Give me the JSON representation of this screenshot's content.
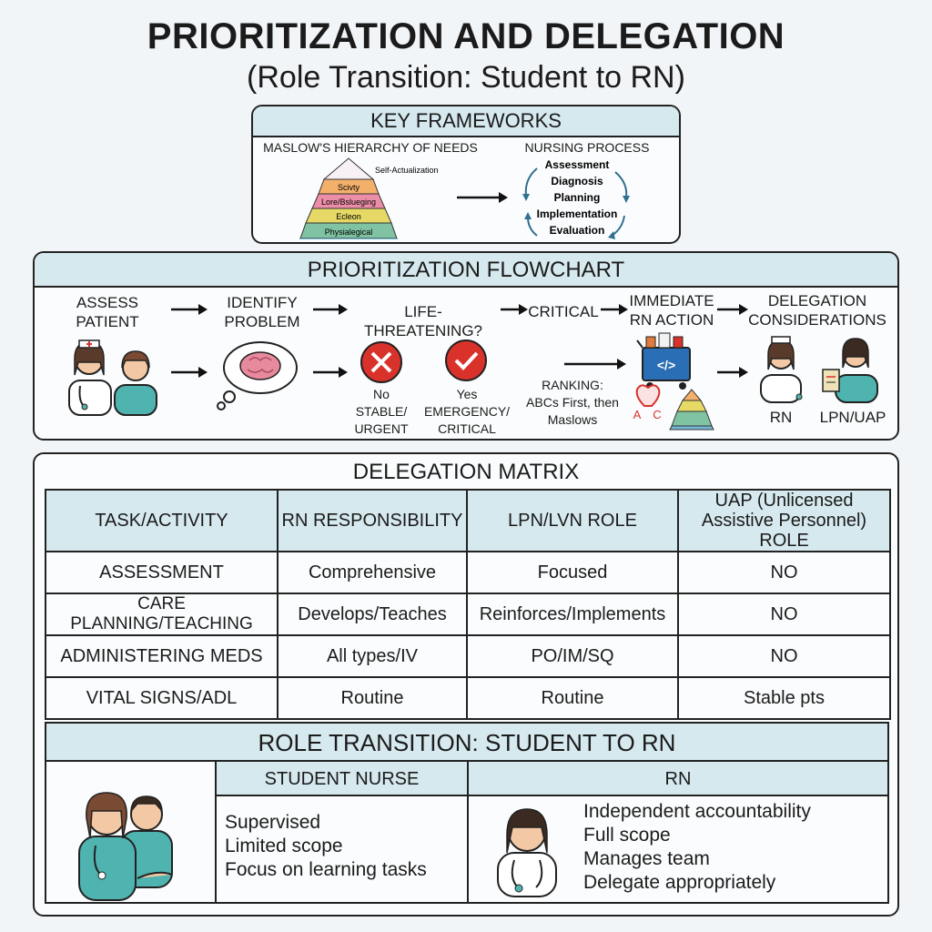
{
  "title": "PRIORITIZATION AND DELEGATION",
  "subtitle": "(Role Transition: Student to RN)",
  "frameworks": {
    "heading": "KEY FRAMEWORKS",
    "maslow_title": "MASLOW'S HIERARCHY OF NEEDS",
    "maslow_levels": [
      "Self-Actualization",
      "Scivty",
      "Lore/Bslueging",
      "Ecleon",
      "Physialegical"
    ],
    "nursing_title": "NURSING PROCESS",
    "nursing_steps": [
      "Assessment",
      "Diagnosis",
      "Planning",
      "Implementation",
      "Evaluation"
    ]
  },
  "flowchart": {
    "heading": "PRIORITIZATION FLOWCHART",
    "assess": [
      "ASSESS",
      "PATIENT"
    ],
    "identify": [
      "IDENTIFY",
      "PROBLEM"
    ],
    "life_threatening": "LIFE-THREATENING?",
    "critical": "CRITICAL",
    "immediate": [
      "IMMEDIATE",
      "RN ACTION"
    ],
    "delegation": [
      "DELEGATION",
      "CONSIDERATIONS"
    ],
    "no_label": [
      "No",
      "STABLE/",
      "URGENT"
    ],
    "yes_label": [
      "Yes",
      "EMERGENCY/",
      "CRITICAL"
    ],
    "ranking": [
      "RANKING:",
      "ABCs First, then",
      "Maslows"
    ],
    "abc_letters": [
      "A",
      "C"
    ],
    "rn_label": "RN",
    "lpn_uap_label": "LPN/UAP",
    "code_glyph": "</>"
  },
  "matrix": {
    "heading": "DELEGATION MATRIX",
    "columns": [
      "TASK/ACTIVITY",
      "RN RESPONSIBILITY",
      "LPN/LVN ROLE",
      "UAP (Unlicensed Assistive Personnel) ROLE"
    ],
    "rows": [
      [
        "ASSESSMENT",
        "Comprehensive",
        "Focused",
        "NO"
      ],
      [
        "CARE PLANNING/TEACHING",
        "Develops/Teaches",
        "Reinforces/Implements",
        "NO"
      ],
      [
        "ADMINISTERING MEDS",
        "All types/IV",
        "PO/IM/SQ",
        "NO"
      ],
      [
        "VITAL SIGNS/ADL",
        "Routine",
        "Routine",
        "Stable pts"
      ]
    ]
  },
  "role_transition": {
    "heading": "ROLE TRANSITION: STUDENT TO RN",
    "student_heading": "STUDENT NURSE",
    "rn_heading": "RN",
    "student_items": [
      "Supervised",
      "Limited scope",
      "Focus on learning tasks"
    ],
    "rn_items": [
      "Independent accountability",
      "Full scope",
      "Manages team",
      "Delegate appropriately"
    ]
  },
  "colors": {
    "header_fill": "#d6e9ee",
    "scrubs_teal": "#4fb3b0",
    "red_icon": "#d9322b",
    "cart_blue": "#2a6fb5",
    "brain_pink": "#e88a9d"
  }
}
